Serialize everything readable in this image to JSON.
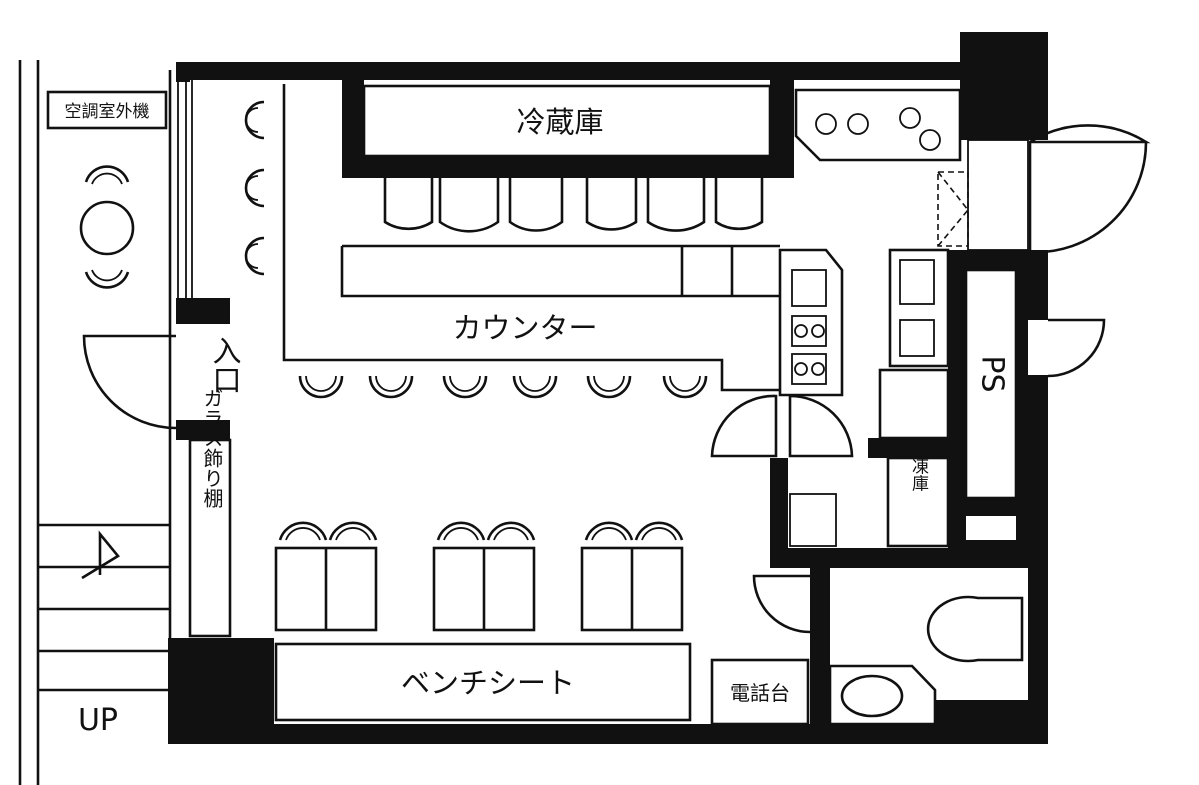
{
  "labels": {
    "outdoor_unit": "空調室外機",
    "refrigerator": "冷蔵庫",
    "counter": "カウンター",
    "entrance": "入口",
    "glass_shelf": "ガラス飾り棚",
    "ps": "PS",
    "freezer": "冷凍庫",
    "bench_seat": "ベンチシート",
    "phone_stand": "電話台",
    "stairs_up": "UP"
  }
}
